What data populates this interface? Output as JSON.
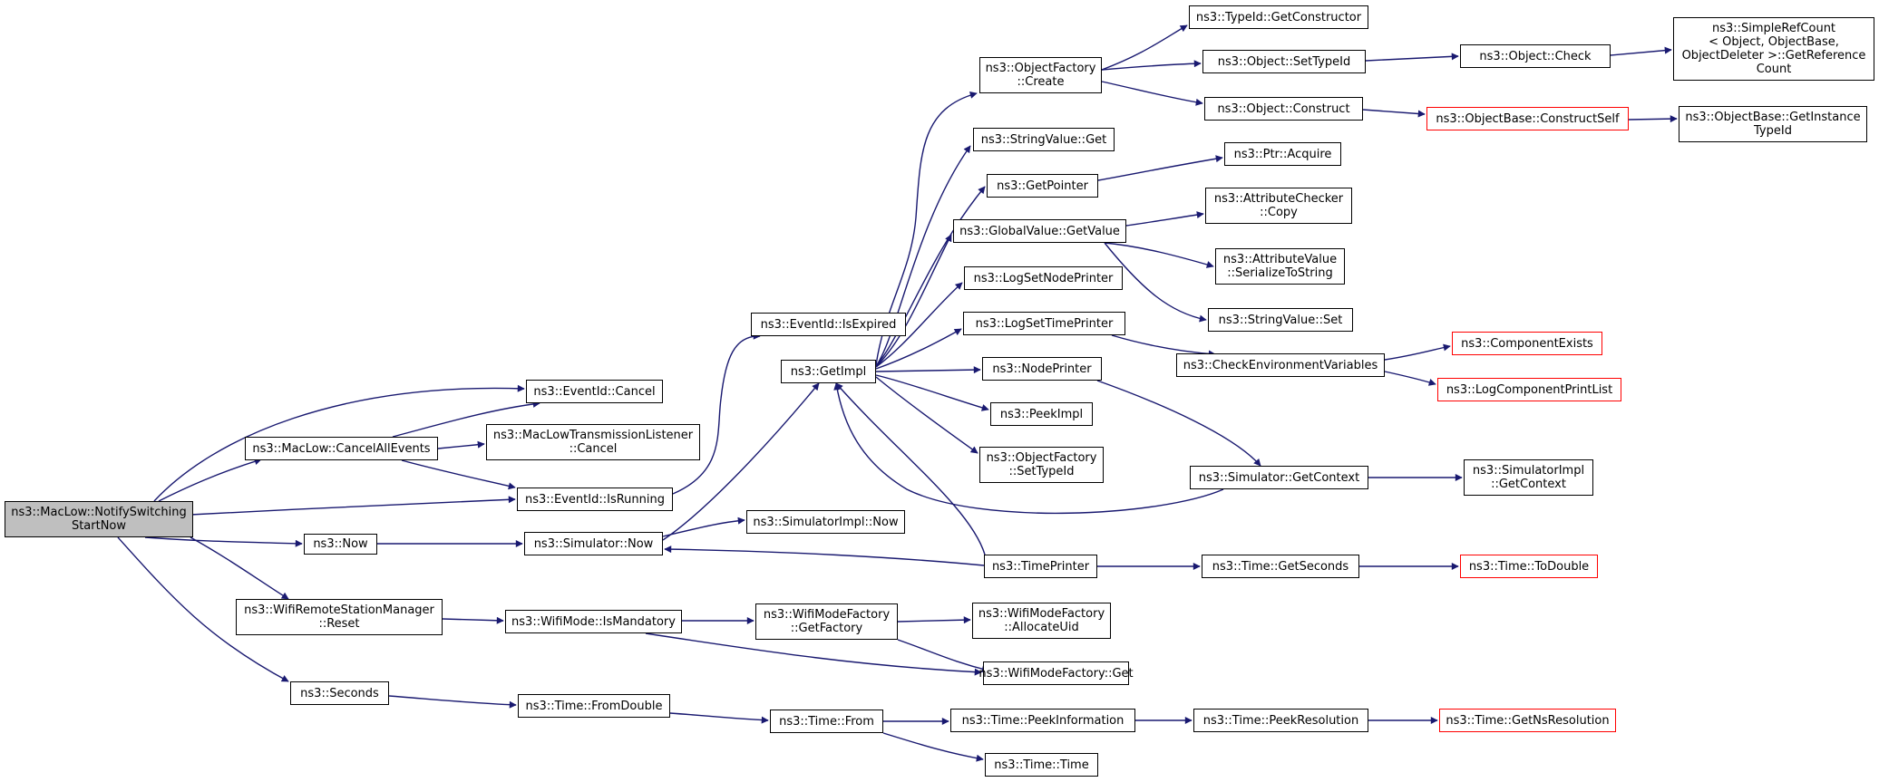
{
  "colors": {
    "edge": "#191970",
    "border": "#000000",
    "truncated_border": "#ff0000",
    "root_fill": "#bfbfbf"
  },
  "nodes": [
    {
      "id": "root",
      "lines": [
        "ns3::MacLow::NotifySwitching",
        "StartNow"
      ],
      "kind": "root"
    },
    {
      "id": "eid_cancel",
      "lines": [
        "ns3::EventId::Cancel"
      ]
    },
    {
      "id": "cancelall",
      "lines": [
        "ns3::MacLow::CancelAllEvents"
      ]
    },
    {
      "id": "mtl_cancel",
      "lines": [
        "ns3::MacLowTransmissionListener",
        "::Cancel"
      ]
    },
    {
      "id": "isrunning",
      "lines": [
        "ns3::EventId::IsRunning"
      ]
    },
    {
      "id": "isexpired",
      "lines": [
        "ns3::EventId::IsExpired"
      ]
    },
    {
      "id": "now",
      "lines": [
        "ns3::Now"
      ]
    },
    {
      "id": "sim_now",
      "lines": [
        "ns3::Simulator::Now"
      ]
    },
    {
      "id": "getimpl",
      "lines": [
        "ns3::GetImpl"
      ]
    },
    {
      "id": "simimpl_now",
      "lines": [
        "ns3::SimulatorImpl::Now"
      ]
    },
    {
      "id": "timeprinter",
      "lines": [
        "ns3::TimePrinter"
      ]
    },
    {
      "id": "objfac_create",
      "lines": [
        "ns3::ObjectFactory",
        "::Create"
      ]
    },
    {
      "id": "sv_get",
      "lines": [
        "ns3::StringValue::Get"
      ]
    },
    {
      "id": "getpointer",
      "lines": [
        "ns3::GetPointer"
      ]
    },
    {
      "id": "gv_getvalue",
      "lines": [
        "ns3::GlobalValue::GetValue"
      ]
    },
    {
      "id": "logsetnodeprinter",
      "lines": [
        "ns3::LogSetNodePrinter"
      ]
    },
    {
      "id": "logsettimeprinter",
      "lines": [
        "ns3::LogSetTimePrinter"
      ]
    },
    {
      "id": "nodeprinter",
      "lines": [
        "ns3::NodePrinter"
      ]
    },
    {
      "id": "peekimpl",
      "lines": [
        "ns3::PeekImpl"
      ]
    },
    {
      "id": "objfac_settypeid",
      "lines": [
        "ns3::ObjectFactory",
        "::SetTypeId"
      ]
    },
    {
      "id": "typeid_getctor",
      "lines": [
        "ns3::TypeId::GetConstructor"
      ]
    },
    {
      "id": "obj_settypeid",
      "lines": [
        "ns3::Object::SetTypeId"
      ]
    },
    {
      "id": "obj_construct",
      "lines": [
        "ns3::Object::Construct"
      ]
    },
    {
      "id": "obj_check",
      "lines": [
        "ns3::Object::Check"
      ]
    },
    {
      "id": "simplerefcount",
      "lines": [
        "ns3::SimpleRefCount",
        "< Object, ObjectBase,",
        "ObjectDeleter >::GetReference",
        "Count"
      ]
    },
    {
      "id": "objbase_constructself",
      "lines": [
        "ns3::ObjectBase::ConstructSelf"
      ],
      "kind": "red"
    },
    {
      "id": "objbase_getinstancetypeid",
      "lines": [
        "ns3::ObjectBase::GetInstance",
        "TypeId"
      ]
    },
    {
      "id": "ptr_acquire",
      "lines": [
        "ns3::Ptr::Acquire"
      ]
    },
    {
      "id": "attrchecker_copy",
      "lines": [
        "ns3::AttributeChecker",
        "::Copy"
      ]
    },
    {
      "id": "attrvalue_serialize",
      "lines": [
        "ns3::AttributeValue",
        "::SerializeToString"
      ]
    },
    {
      "id": "sv_set",
      "lines": [
        "ns3::StringValue::Set"
      ]
    },
    {
      "id": "checkenv",
      "lines": [
        "ns3::CheckEnvironmentVariables"
      ]
    },
    {
      "id": "componentexists",
      "lines": [
        "ns3::ComponentExists"
      ],
      "kind": "red"
    },
    {
      "id": "logcomponentprintlist",
      "lines": [
        "ns3::LogComponentPrintList"
      ],
      "kind": "red"
    },
    {
      "id": "sim_getcontext",
      "lines": [
        "ns3::Simulator::GetContext"
      ]
    },
    {
      "id": "simimpl_getcontext",
      "lines": [
        "ns3::SimulatorImpl",
        "::GetContext"
      ]
    },
    {
      "id": "time_getseconds",
      "lines": [
        "ns3::Time::GetSeconds"
      ]
    },
    {
      "id": "time_todouble",
      "lines": [
        "ns3::Time::ToDouble"
      ],
      "kind": "red"
    },
    {
      "id": "wrsm_reset",
      "lines": [
        "ns3::WifiRemoteStationManager",
        "::Reset"
      ]
    },
    {
      "id": "wifimode_ismandatory",
      "lines": [
        "ns3::WifiMode::IsMandatory"
      ]
    },
    {
      "id": "wmf_getfactory",
      "lines": [
        "ns3::WifiModeFactory",
        "::GetFactory"
      ]
    },
    {
      "id": "wmf_allocateuid",
      "lines": [
        "ns3::WifiModeFactory",
        "::AllocateUid"
      ]
    },
    {
      "id": "wmf_get",
      "lines": [
        "ns3::WifiModeFactory::Get"
      ]
    },
    {
      "id": "seconds",
      "lines": [
        "ns3::Seconds"
      ]
    },
    {
      "id": "time_fromdouble",
      "lines": [
        "ns3::Time::FromDouble"
      ]
    },
    {
      "id": "time_from",
      "lines": [
        "ns3::Time::From"
      ]
    },
    {
      "id": "time_peekinformation",
      "lines": [
        "ns3::Time::PeekInformation"
      ]
    },
    {
      "id": "time_peekresolution",
      "lines": [
        "ns3::Time::PeekResolution"
      ]
    },
    {
      "id": "time_getnsresolution",
      "lines": [
        "ns3::Time::GetNsResolution"
      ],
      "kind": "red"
    },
    {
      "id": "time_time",
      "lines": [
        "ns3::Time::Time"
      ]
    }
  ]
}
